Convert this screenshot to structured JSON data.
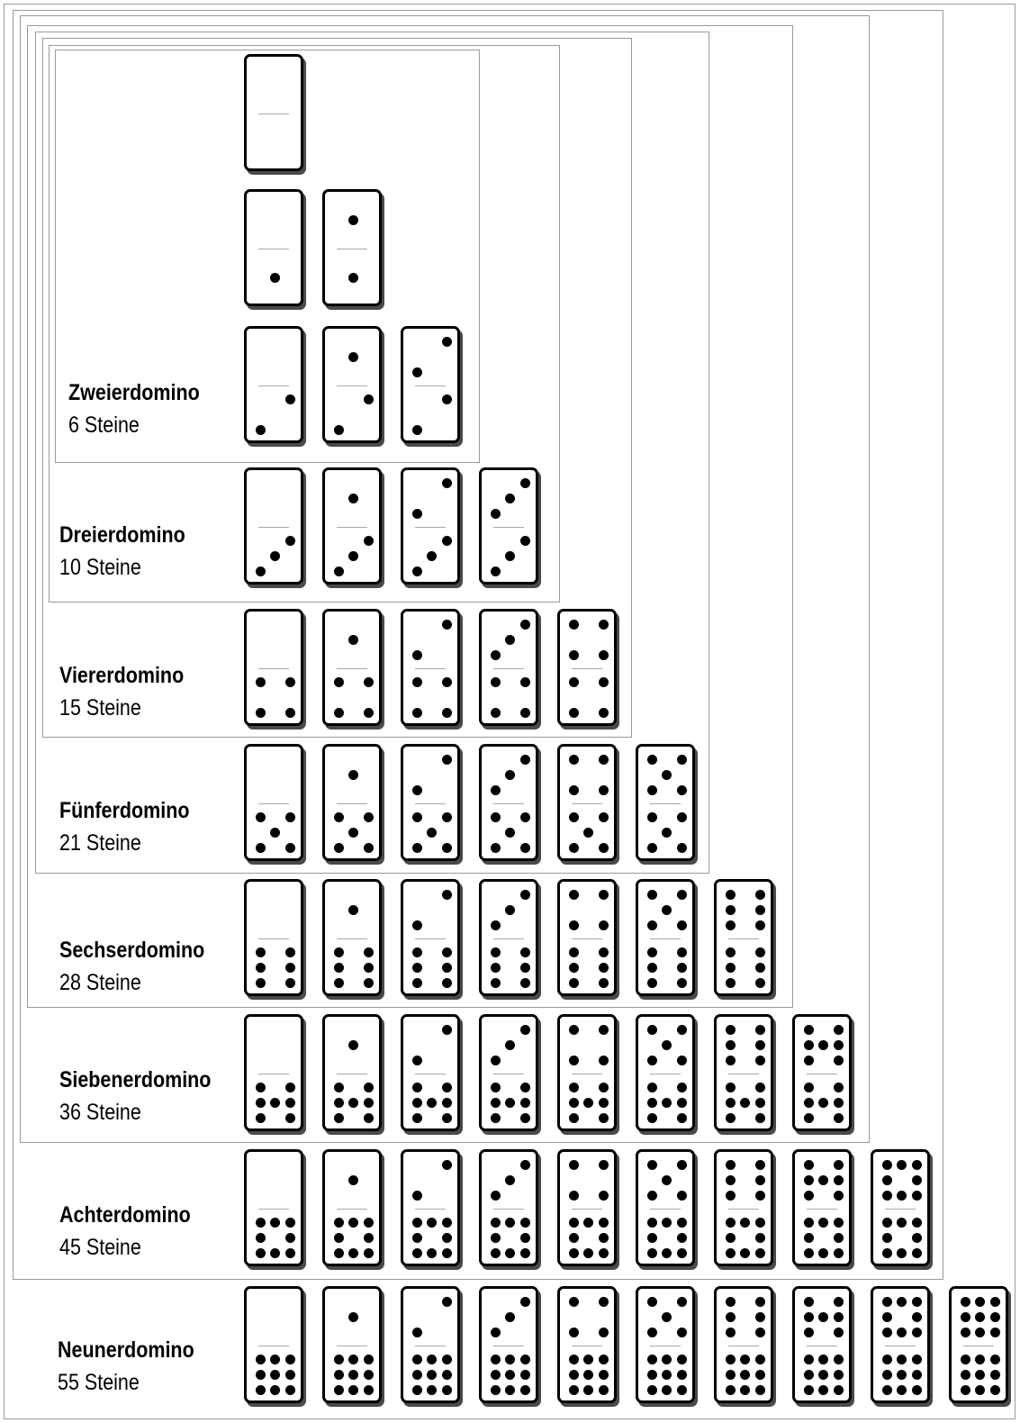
{
  "diagram": {
    "sets": [
      {
        "key": "zweier",
        "name": "Zweierdomino",
        "count_text": "6 Steine",
        "max": 2
      },
      {
        "key": "dreier",
        "name": "Dreierdomino",
        "count_text": "10 Steine",
        "max": 3
      },
      {
        "key": "vierer",
        "name": "Viererdomino",
        "count_text": "15 Steine",
        "max": 4
      },
      {
        "key": "fuenfer",
        "name": "Fünferdomino",
        "count_text": "21 Steine",
        "max": 5
      },
      {
        "key": "sechser",
        "name": "Sechserdomino",
        "count_text": "28 Steine",
        "max": 6
      },
      {
        "key": "siebener",
        "name": "Siebenerdomino",
        "count_text": "36 Steine",
        "max": 7
      },
      {
        "key": "achter",
        "name": "Achterdomino",
        "count_text": "45 Steine",
        "max": 8
      },
      {
        "key": "neuner",
        "name": "Neunerdomino",
        "count_text": "55 Steine",
        "max": 9
      }
    ],
    "colors": {
      "frame": "#9a9a9a",
      "pip": "#000000",
      "tile_shadow": "#4a4a4a"
    }
  }
}
